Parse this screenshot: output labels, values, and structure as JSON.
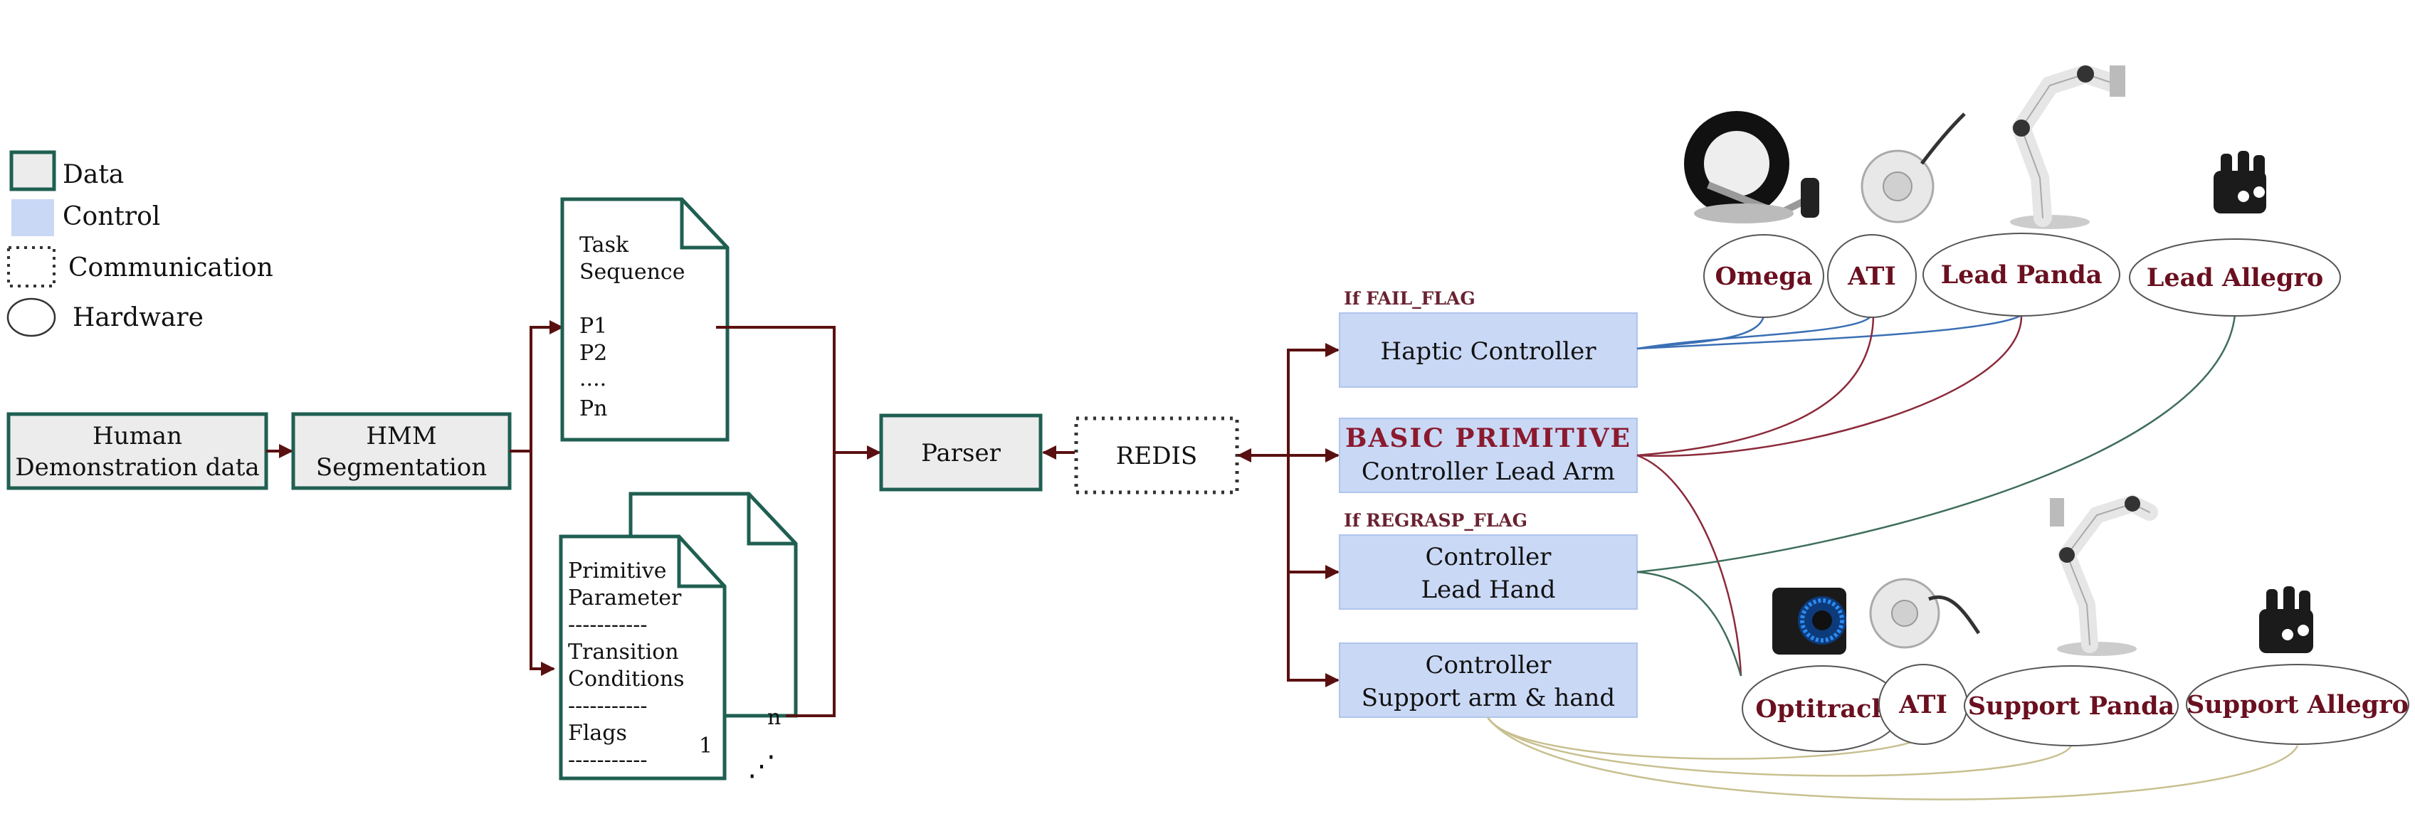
{
  "legend": {
    "data": "Data",
    "control": "Control",
    "communication": "Communication",
    "hardware": "Hardware"
  },
  "pipeline": {
    "human_demo_line1": "Human",
    "human_demo_line2": "Demonstration data",
    "hmm_line1": "HMM",
    "hmm_line2": "Segmentation",
    "parser": "Parser",
    "redis": "REDIS"
  },
  "task_doc": {
    "line1": "Task",
    "line2": "Sequence",
    "p1": "P1",
    "p2": "P2",
    "dots": "....",
    "pn": "Pn"
  },
  "primitive_doc": {
    "line1": "Primitive",
    "line2": "Parameter",
    "sep1": "-----------",
    "line3": "Transition",
    "line4": "Conditions",
    "sep2": "-----------",
    "line5": "Flags",
    "sep3": "-----------",
    "index_front": "1",
    "index_back": "n",
    "ellipsis": "⋰"
  },
  "controllers": {
    "fail_flag": "If FAIL_FLAG",
    "haptic": "Haptic Controller",
    "basic_primitive": "BASIC PRIMITIVE",
    "lead_arm": "Controller Lead Arm",
    "regrasp_flag": "If REGRASP_FLAG",
    "lead_hand_line1": "Controller",
    "lead_hand_line2": "Lead Hand",
    "support_line1": "Controller",
    "support_line2": "Support arm & hand"
  },
  "hardware": {
    "omega": "Omega",
    "ati_top": "ATI",
    "lead_panda": "Lead Panda",
    "lead_allegro": "Lead Allegro",
    "optitrack": "Optitrack",
    "ati_bottom": "ATI",
    "support_panda": "Support Panda",
    "support_allegro": "Support Allegro"
  },
  "colors": {
    "data_stroke": "#1f5f52",
    "control_fill": "#c9d8f5",
    "arrow": "#5a1010",
    "haptic_links": "#3a6fb5",
    "lead_arm_links": "#8b2a3a",
    "lead_hand_links": "#3f6e5a",
    "support_links": "#c8c090"
  }
}
